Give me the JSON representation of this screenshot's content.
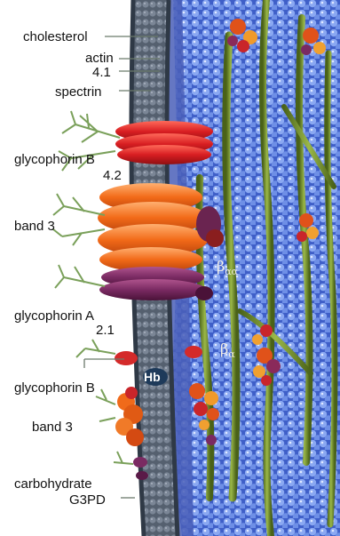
{
  "labels": {
    "cholesterol": "cholesterol",
    "actin": "actin",
    "band41": "4.1",
    "spectrin": "spectrin",
    "glycophorin_b_top": "glycophorin B",
    "band42": "4.2",
    "band3_top": "band 3",
    "glycophorin_a": "glycophorin A",
    "band21": "2.1",
    "glycophorin_b_bottom": "glycophorin B",
    "band3_bottom": "band 3",
    "carbohydrate": "carbohydrate",
    "g3pd": "G3PD",
    "hb": "Hb",
    "beta_alpha_upper": "β",
    "beta_alpha_upper_sub": "αα",
    "beta_alpha_lower": "β",
    "beta_alpha_lower_sub": "α"
  },
  "colors": {
    "membrane_outer": "#3c4a5c",
    "lipid_blue": "#5a78d8",
    "spectrin_green": "#6f8a2a",
    "glycophorin_red": "#d42a2a",
    "band3_orange": "#f06a1a",
    "glycophorin_a_purple": "#7a2a62",
    "carbohydrate_green": "#7aa05a"
  }
}
